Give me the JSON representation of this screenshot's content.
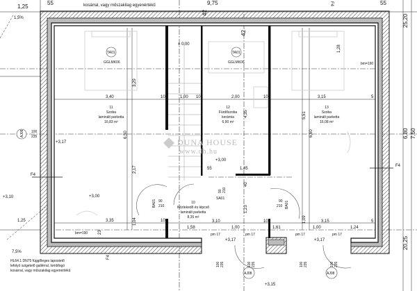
{
  "rooms": {
    "r11": {
      "number": "11",
      "name": "Szoba",
      "floor": "laminált parketta",
      "area": "16,83 m²"
    },
    "r12": {
      "number": "12",
      "name": "Fürdőszoba",
      "floor": "kerámia",
      "area": "6,90 m²"
    },
    "r13": {
      "number": "13",
      "name": "Szoba",
      "floor": "laminált parketta",
      "area": "16,08 m²"
    },
    "r10": {
      "number": "10",
      "name": "Közlekedő és lépcső",
      "floor": "laminált parketta",
      "area": "8,35 m²"
    }
  },
  "dims": {
    "top_125": "1,25",
    "top_55a": "55",
    "top_975": "9,75",
    "top_55b": "55",
    "top_42a": "42",
    "top_42b": "42",
    "right_2520": "25,20",
    "right_680": "6,80",
    "right_750": "7,50",
    "right_2025": "20,25",
    "w340": "3,40",
    "w10a": "10",
    "w100": "1,00",
    "w10b": "10",
    "w200": "2,00",
    "w10c": "10",
    "w315": "3,15",
    "w5": "5",
    "h329": "3,29",
    "h650": "6,50",
    "h217": "2,17",
    "h104": "1,04",
    "h128": "1,28",
    "h435": "4,35",
    "h551": "5,51",
    "h660": "6,60",
    "h123": "1,23",
    "h109": "1,09",
    "h40": "40",
    "h23": "23",
    "b125": "1,25",
    "b335": "3,35",
    "b10a": "10",
    "b158": "1,58",
    "b310": "3,10",
    "b100a": "1,00",
    "b10b": "10",
    "b161": "1,61",
    "b100b": "1,00",
    "b315": "3,15",
    "b124": "1,24",
    "b5": "5",
    "m55": "55",
    "m145": "1,45"
  },
  "levels": {
    "l000": "± 0,00",
    "l317a": "+3,17",
    "l300a": "+3,00",
    "l300b": "+3,00",
    "l310": "+3,10",
    "l317b": "+3,17",
    "l317c": "+3,17",
    "l315": "+3,15"
  },
  "slopes": {
    "s15": "1,5%",
    "s75": "7,5%"
  },
  "tags": {
    "ta01": "TA01",
    "gglmk": "GGLMK06",
    "aj09": "AJ09",
    "aj08": "AJ08",
    "ba01": "BA01",
    "sa01": "SA01",
    "door_w": "90",
    "door_h": "210",
    "win_a": "100",
    "win_b": "235",
    "pm": "pm 17",
    "bm": "bm=190",
    "f4": "F4"
  },
  "note": {
    "line1": "HL64.1 DN75 függőleges lapostető",
    "line2": "lefolyó szigetelő gallérral, lombfogó",
    "line3": "kosárral, vagy műszakilag egyenértékű",
    "top": "kosárral, vagy műszakilag egyenértékű"
  },
  "watermark": {
    "brand": "DUNA HOUSE",
    "url": "www.dh.hu"
  }
}
